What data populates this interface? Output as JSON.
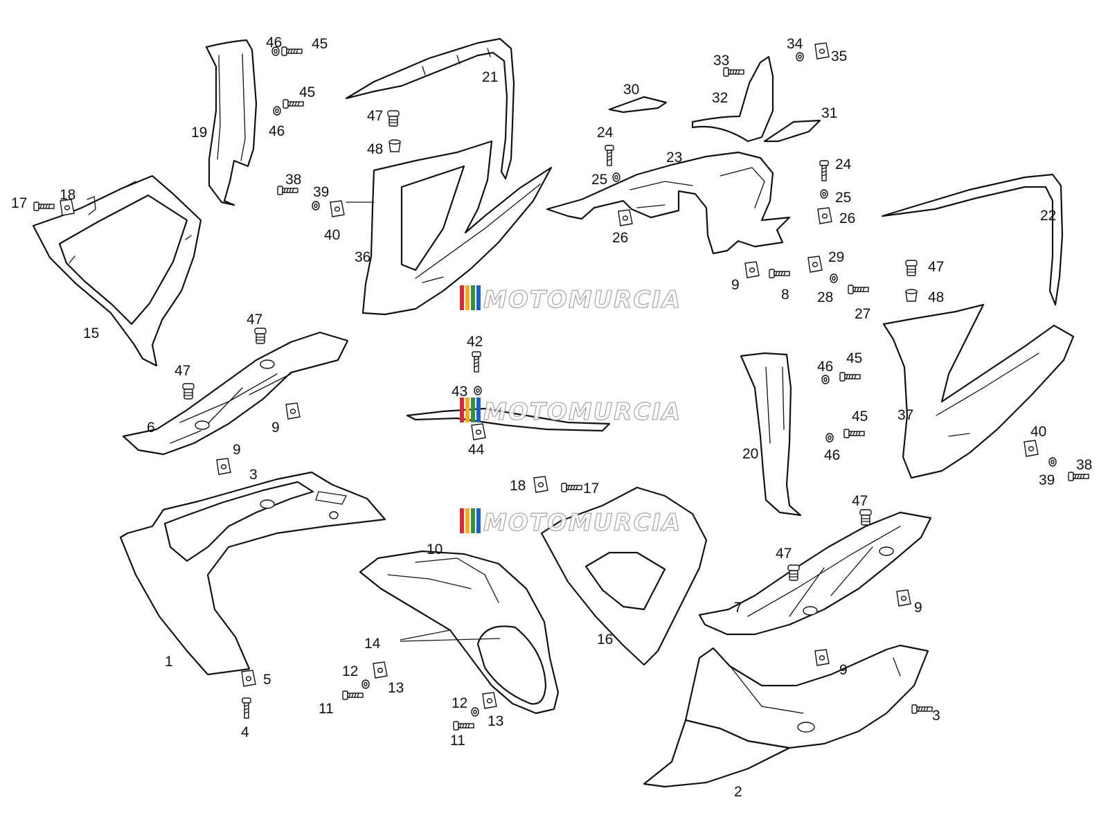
{
  "diagram": {
    "watermark": "MOTOMURCIA",
    "watermark_colors": [
      "#d32f2f",
      "#f9a825",
      "#388e3c",
      "#1565c0"
    ],
    "callouts": {
      "c1": "1",
      "c2": "2",
      "c3a": "3",
      "c3b": "3",
      "c4": "4",
      "c5": "5",
      "c6": "6",
      "c7": "7",
      "c8": "8",
      "c9a": "9",
      "c9b": "9",
      "c9c": "9",
      "c9d": "9",
      "c9e": "9",
      "c10": "10",
      "c11a": "11",
      "c11b": "11",
      "c12a": "12",
      "c12b": "12",
      "c13a": "13",
      "c13b": "13",
      "c14": "14",
      "c15": "15",
      "c16": "16",
      "c17a": "17",
      "c17b": "17",
      "c18a": "18",
      "c18b": "18",
      "c19": "19",
      "c20": "20",
      "c21": "21",
      "c22": "22",
      "c23": "23",
      "c24a": "24",
      "c24b": "24",
      "c25a": "25",
      "c25b": "25",
      "c26a": "26",
      "c26b": "26",
      "c27": "27",
      "c28": "28",
      "c29": "29",
      "c30": "30",
      "c31": "31",
      "c32": "32",
      "c33": "33",
      "c34": "34",
      "c35": "35",
      "c36": "36",
      "c37": "37",
      "c38a": "38",
      "c38b": "38",
      "c39a": "39",
      "c39b": "39",
      "c40a": "40",
      "c40b": "40",
      "c42": "42",
      "c43": "43",
      "c44": "44",
      "c45a": "45",
      "c45b": "45",
      "c45c": "45",
      "c45d": "45",
      "c46a": "46",
      "c46b": "46",
      "c46c": "46",
      "c46d": "46",
      "c47a": "47",
      "c47b": "47",
      "c47c": "47",
      "c47d": "47",
      "c47e": "47",
      "c47f": "47",
      "c48a": "48",
      "c48b": "48"
    }
  }
}
